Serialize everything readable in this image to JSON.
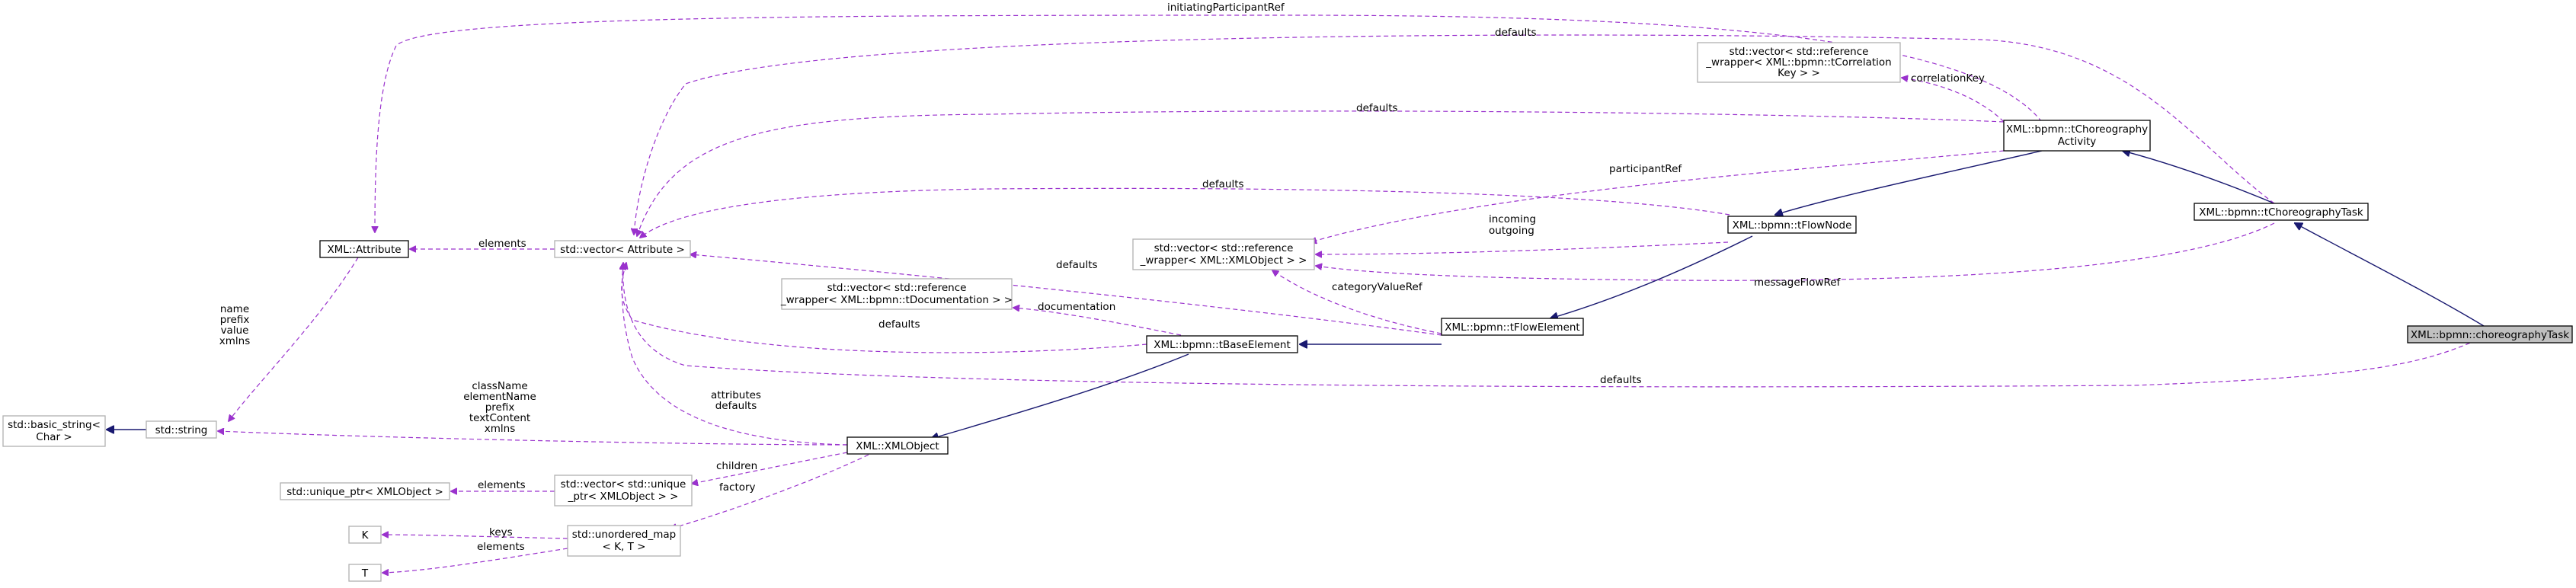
{
  "nodes": {
    "choreography_task": "XML::bpmn::choreographyTask",
    "tchoreography_task": "XML::bpmn::tChoreographyTask",
    "tchoreography_activity": [
      "XML::bpmn::tChoreography",
      "Activity"
    ],
    "tflow_node": "XML::bpmn::tFlowNode",
    "tflow_element": "XML::bpmn::tFlowElement",
    "tbase_element": "XML::bpmn::tBaseElement",
    "xml_object": "XML::XMLObject",
    "attribute": "XML::Attribute",
    "vector_attribute": "std::vector< Attribute >",
    "vector_ref_correlation": [
      "std::vector< std::reference",
      "_wrapper< XML::bpmn::tCorrelation",
      "Key > >"
    ],
    "vector_ref_xmlobject": [
      "std::vector< std::reference",
      "_wrapper< XML::XMLObject > >"
    ],
    "vector_ref_documentation": [
      "std::vector< std::reference",
      "_wrapper< XML::bpmn::tDocumentation > >"
    ],
    "basic_string": [
      "std::basic_string<",
      "Char >"
    ],
    "std_string": "std::string",
    "unique_ptr": "std::unique_ptr< XMLObject >",
    "vector_unique_ptr": [
      "std::vector< std::unique",
      "_ptr< XMLObject > >"
    ],
    "unordered_map": [
      "std::unordered_map",
      "< K, T >"
    ],
    "K": "K",
    "T": "T"
  },
  "edge_labels": {
    "initiating_participant_ref": "initiatingParticipantRef",
    "defaults_top": "defaults",
    "correlation_key": "correlationKey",
    "defaults_activity": "defaults",
    "participant_ref": "participantRef",
    "defaults_flownode": "defaults",
    "incoming_outgoing": [
      "incoming",
      "outgoing"
    ],
    "elements_attr": "elements",
    "defaults_flowelement": "defaults",
    "category_value_ref": "categoryValueRef",
    "message_flow_ref": "messageFlowRef",
    "documentation": "documentation",
    "defaults_base": "defaults",
    "defaults_task": "defaults",
    "attr_fields": [
      "name",
      "prefix",
      "value",
      "xmlns"
    ],
    "string_fields": [
      "className",
      "elementName",
      "prefix",
      "textContent",
      "xmlns"
    ],
    "attributes_defaults": [
      "attributes",
      "defaults"
    ],
    "children": "children",
    "factory": "factory",
    "elements_unique": "elements",
    "keys": "keys",
    "elements_map": "elements"
  },
  "colors": {
    "usage_edge": "#9a32cd",
    "inheritance_edge": "#191970",
    "focus_fill": "#c0c0c0",
    "external_border": "#b0b0b0"
  }
}
